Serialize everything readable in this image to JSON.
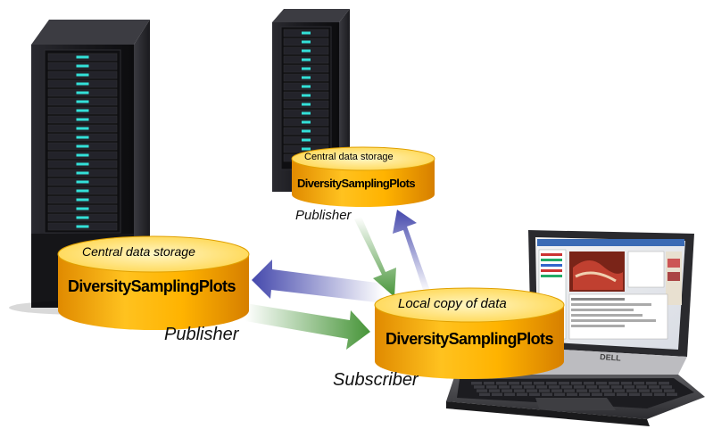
{
  "nodes": {
    "server_left": {
      "storage_label": "Central data storage",
      "db_name": "DiversitySamplingPlots",
      "role": "Publisher"
    },
    "server_top": {
      "storage_label": "Central data storage",
      "db_name": "DiversitySamplingPlots",
      "role": "Publisher"
    },
    "laptop": {
      "storage_label": "Local copy of data",
      "db_name": "DiversitySamplingPlots",
      "role": "Subscriber",
      "brand": "DELL"
    }
  },
  "colors": {
    "cylinder_top": "#ffe680",
    "cylinder_body": "#f5a800",
    "arrow_blue": "#3b3fa8",
    "arrow_green": "#3d8f2e",
    "server_body": "#1e1e22",
    "server_led": "#33e0d8"
  }
}
